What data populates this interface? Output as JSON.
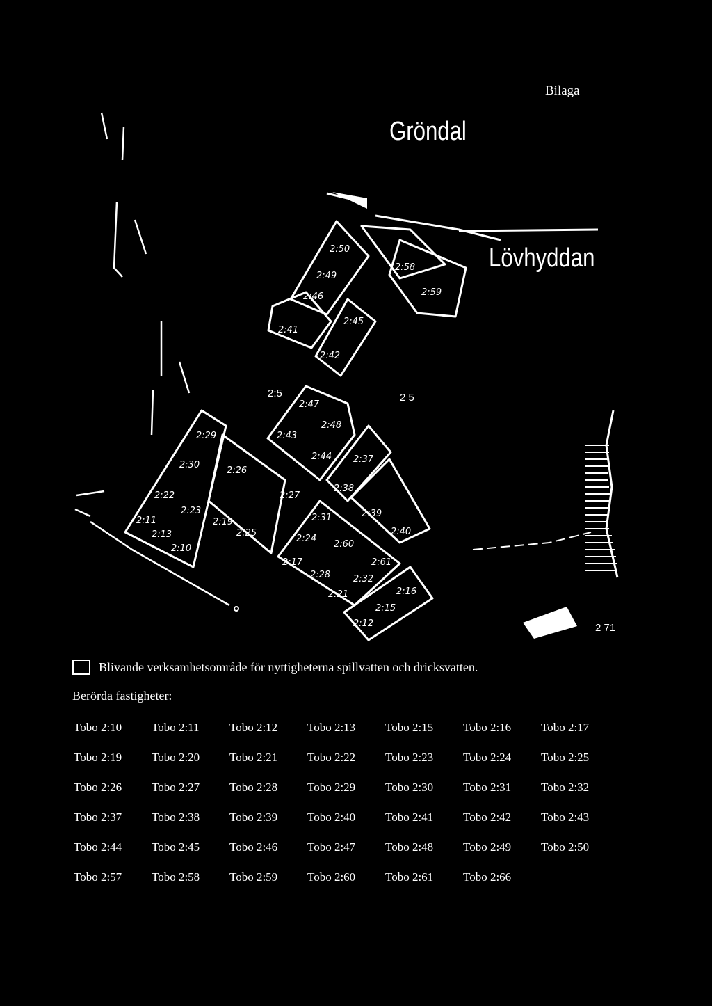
{
  "header": {
    "bilaga": "Bilaga"
  },
  "map": {
    "place_names": {
      "grondal": "Gröndal",
      "lovhyddan": "Lövhyddan"
    },
    "area_numbers": {
      "a": "2:5",
      "b": "2 5",
      "c": "2 71"
    },
    "lot_labels": [
      "2:50",
      "2:49",
      "2:46",
      "2:41",
      "2:45",
      "2:42",
      "2:58",
      "2:59",
      "2:47",
      "2:48",
      "2:43",
      "2:44",
      "2:29",
      "2:30",
      "2:22",
      "2:11",
      "2:13",
      "2:10",
      "2:23",
      "2:26",
      "2:27",
      "2:19",
      "2:25",
      "2:37",
      "2:38",
      "2:31",
      "2:39",
      "2:40",
      "2:24",
      "2:60",
      "2:17",
      "2:61",
      "2:28",
      "2:32",
      "2:21",
      "2:16",
      "2:15",
      "2:12"
    ]
  },
  "legend": {
    "label": "Blivande verksamhetsområde för nyttigheterna spillvatten och dricksvatten."
  },
  "properties": {
    "heading": "Berörda fastigheter:",
    "items": [
      "Tobo 2:10",
      "Tobo 2:11",
      "Tobo 2:12",
      "Tobo 2:13",
      "Tobo 2:15",
      "Tobo 2:16",
      "Tobo 2:17",
      "Tobo 2:19",
      "Tobo 2:20",
      "Tobo 2:21",
      "Tobo 2:22",
      "Tobo 2:23",
      "Tobo 2:24",
      "Tobo 2:25",
      "Tobo 2:26",
      "Tobo 2:27",
      "Tobo 2:28",
      "Tobo 2:29",
      "Tobo 2:30",
      "Tobo 2:31",
      "Tobo 2:32",
      "Tobo 2:37",
      "Tobo 2:38",
      "Tobo 2:39",
      "Tobo 2:40",
      "Tobo 2:41",
      "Tobo 2:42",
      "Tobo 2:43",
      "Tobo 2:44",
      "Tobo 2:45",
      "Tobo 2:46",
      "Tobo 2:47",
      "Tobo 2:48",
      "Tobo 2:49",
      "Tobo 2:50",
      "Tobo 2:57",
      "Tobo 2:58",
      "Tobo 2:59",
      "Tobo 2:60",
      "Tobo 2:61",
      "Tobo 2:66"
    ]
  },
  "colors": {
    "background": "#000000",
    "ink": "#ffffff"
  }
}
